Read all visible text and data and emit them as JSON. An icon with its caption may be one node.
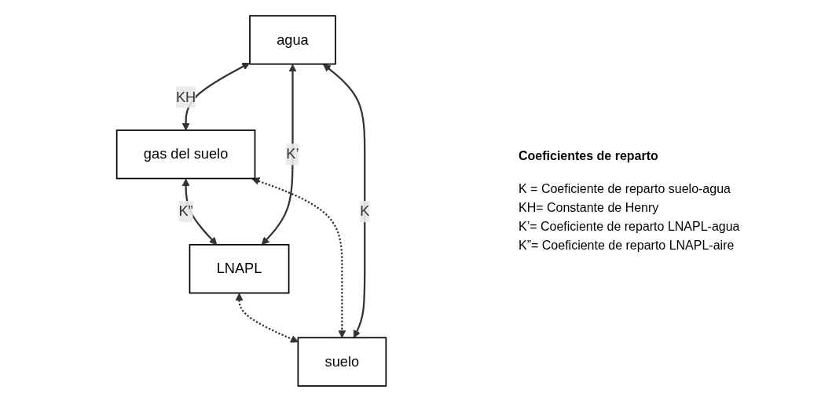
{
  "diagram": {
    "nodes": [
      {
        "text": [
          "gas del suelo"
        ]
      },
      {
        "text": [
          "LNAPL"
        ]
      },
      {
        "text": [
          "agua"
        ]
      },
      {
        "text": [
          "suelo"
        ]
      }
    ],
    "edges": [
      {
        "from": 2,
        "to": 0,
        "arrow": "both",
        "label": "KH"
      },
      {
        "from": 0,
        "to": 1,
        "arrow": "both",
        "label": "K”"
      },
      {
        "from": 2,
        "to": 1,
        "arrow": "both",
        "label": "K’"
      },
      {
        "from": 1,
        "to": 3,
        "arrow": "both",
        "style": "dashed"
      },
      {
        "from": 0,
        "to": 3,
        "arrow": "both",
        "style": "dashed"
      },
      {
        "from": 2,
        "to": 3,
        "arrow": "both",
        "label": "K"
      }
    ],
    "labels": [
      "Coeficientes de reparto",
      "K = Coeficiente de reparto suelo-agua",
      "KH= Constante de Henry",
      "K’= Coeficiente de reparto LNAPL-agua",
      "K”= Coeficiente de reparto LNAPL-aire"
    ]
  }
}
